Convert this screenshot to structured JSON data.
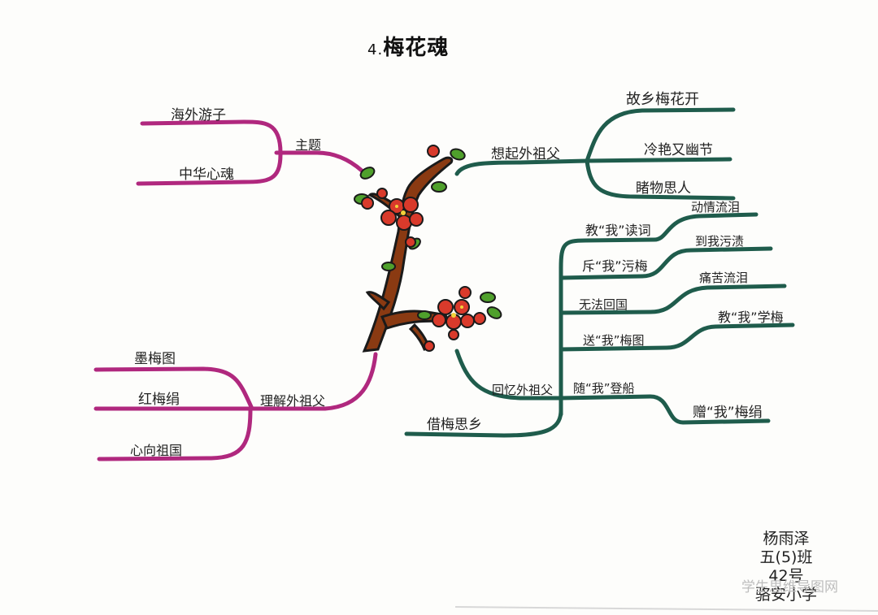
{
  "title": {
    "number": "4.",
    "text": "梅花魂"
  },
  "colors": {
    "purple": "#b0287e",
    "teal": "#1f5c4c",
    "trunk": "#8a3a12",
    "flower": "#d93a2b",
    "leaf": "#4fa02c",
    "watermark": "#bdbdbd"
  },
  "nodes": {
    "theme": "主题",
    "theme_1": "海外游子",
    "theme_2": "中华心魂",
    "understand": "理解外祖父",
    "understand_1": "墨梅图",
    "understand_2": "红梅绢",
    "understand_3": "心向祖国",
    "think": "想起外祖父",
    "think_1": "故乡梅花开",
    "think_2": "冷艳又幽节",
    "think_3": "睹物思人",
    "recall": "回忆外祖父",
    "recall_1": "教“我”读词",
    "recall_1a": "动情流泪",
    "recall_2": "斥“我”污梅",
    "recall_2a": "到我污渍",
    "recall_3": "无法回国",
    "recall_3a": "痛苦流泪",
    "recall_4": "送“我”梅图",
    "recall_4a": "教“我”学梅",
    "recall_5": "随“我”登船",
    "recall_5a": "赠“我”梅绢",
    "borrow": "借梅思乡"
  },
  "signature": {
    "name": "杨雨泽",
    "class": "五(5)班",
    "number": "42号",
    "school": "骆安小学"
  },
  "watermark": "学生思维导图网"
}
